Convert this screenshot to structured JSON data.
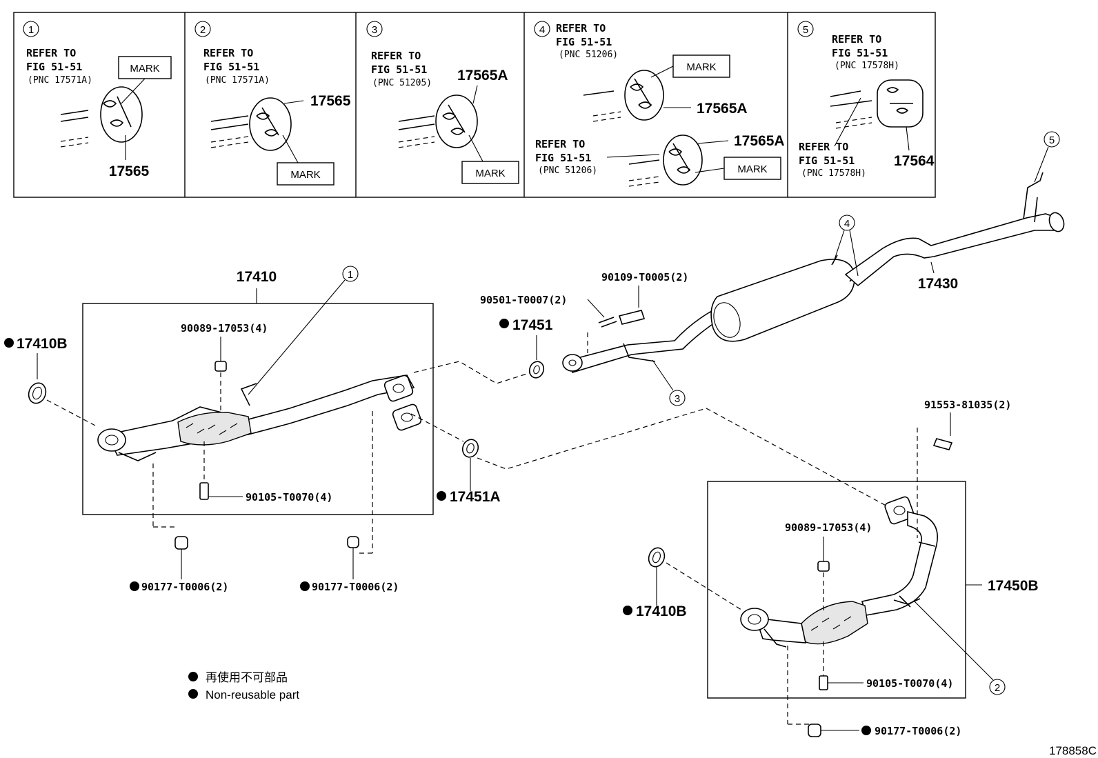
{
  "insets": [
    {
      "num": "1",
      "refer": [
        "REFER TO",
        "FIG 51-51"
      ],
      "pnc": "(PNC 17571A)",
      "part": "17565",
      "mark": "MARK"
    },
    {
      "num": "2",
      "refer": [
        "REFER TO",
        "FIG 51-51"
      ],
      "pnc": "(PNC 17571A)",
      "part": "17565",
      "mark": "MARK"
    },
    {
      "num": "3",
      "refer": [
        "REFER TO",
        "FIG 51-51"
      ],
      "pnc": "(PNC 51205)",
      "part": "17565A",
      "mark": "MARK"
    },
    {
      "num": "4",
      "refer": [
        "REFER TO",
        "FIG 51-51"
      ],
      "pnc": "(PNC 51206)",
      "part": "17565A",
      "mark": "MARK",
      "refer2": [
        "REFER TO",
        "FIG 51-51"
      ],
      "pnc2": "(PNC 51206)",
      "part2": "17565A",
      "mark2": "MARK"
    },
    {
      "num": "5",
      "refer": [
        "REFER TO",
        "FIG 51-51"
      ],
      "pnc": "(PNC 17578H)",
      "part": "17564",
      "refer2": [
        "REFER TO",
        "FIG 51-51"
      ],
      "pnc2": "(PNC 17578H)"
    }
  ],
  "callouts": {
    "c1": "1",
    "c2": "2",
    "c3": "3",
    "c4": "4",
    "c5": "5"
  },
  "parts": {
    "p17410": "17410",
    "p17410B_left": "17410B",
    "p90089_left": "90089-17053(4)",
    "p90105_left": "90105-T0070(4)",
    "p90177_a": "90177-T0006(2)",
    "p90177_b": "90177-T0006(2)",
    "p17451A": "17451A",
    "p17451": "17451",
    "p90501": "90501-T0007(2)",
    "p90109": "90109-T0005(2)",
    "p17430": "17430",
    "p91553": "91553-81035(2)",
    "p90089_right": "90089-17053(4)",
    "p17450B": "17450B",
    "p17410B_right": "17410B",
    "p90105_right": "90105-T0070(4)",
    "p90177_c": "90177-T0006(2)"
  },
  "legend": {
    "jp": "再使用不可部品",
    "en": "Non-reusable part"
  },
  "figure_id": "178858C"
}
